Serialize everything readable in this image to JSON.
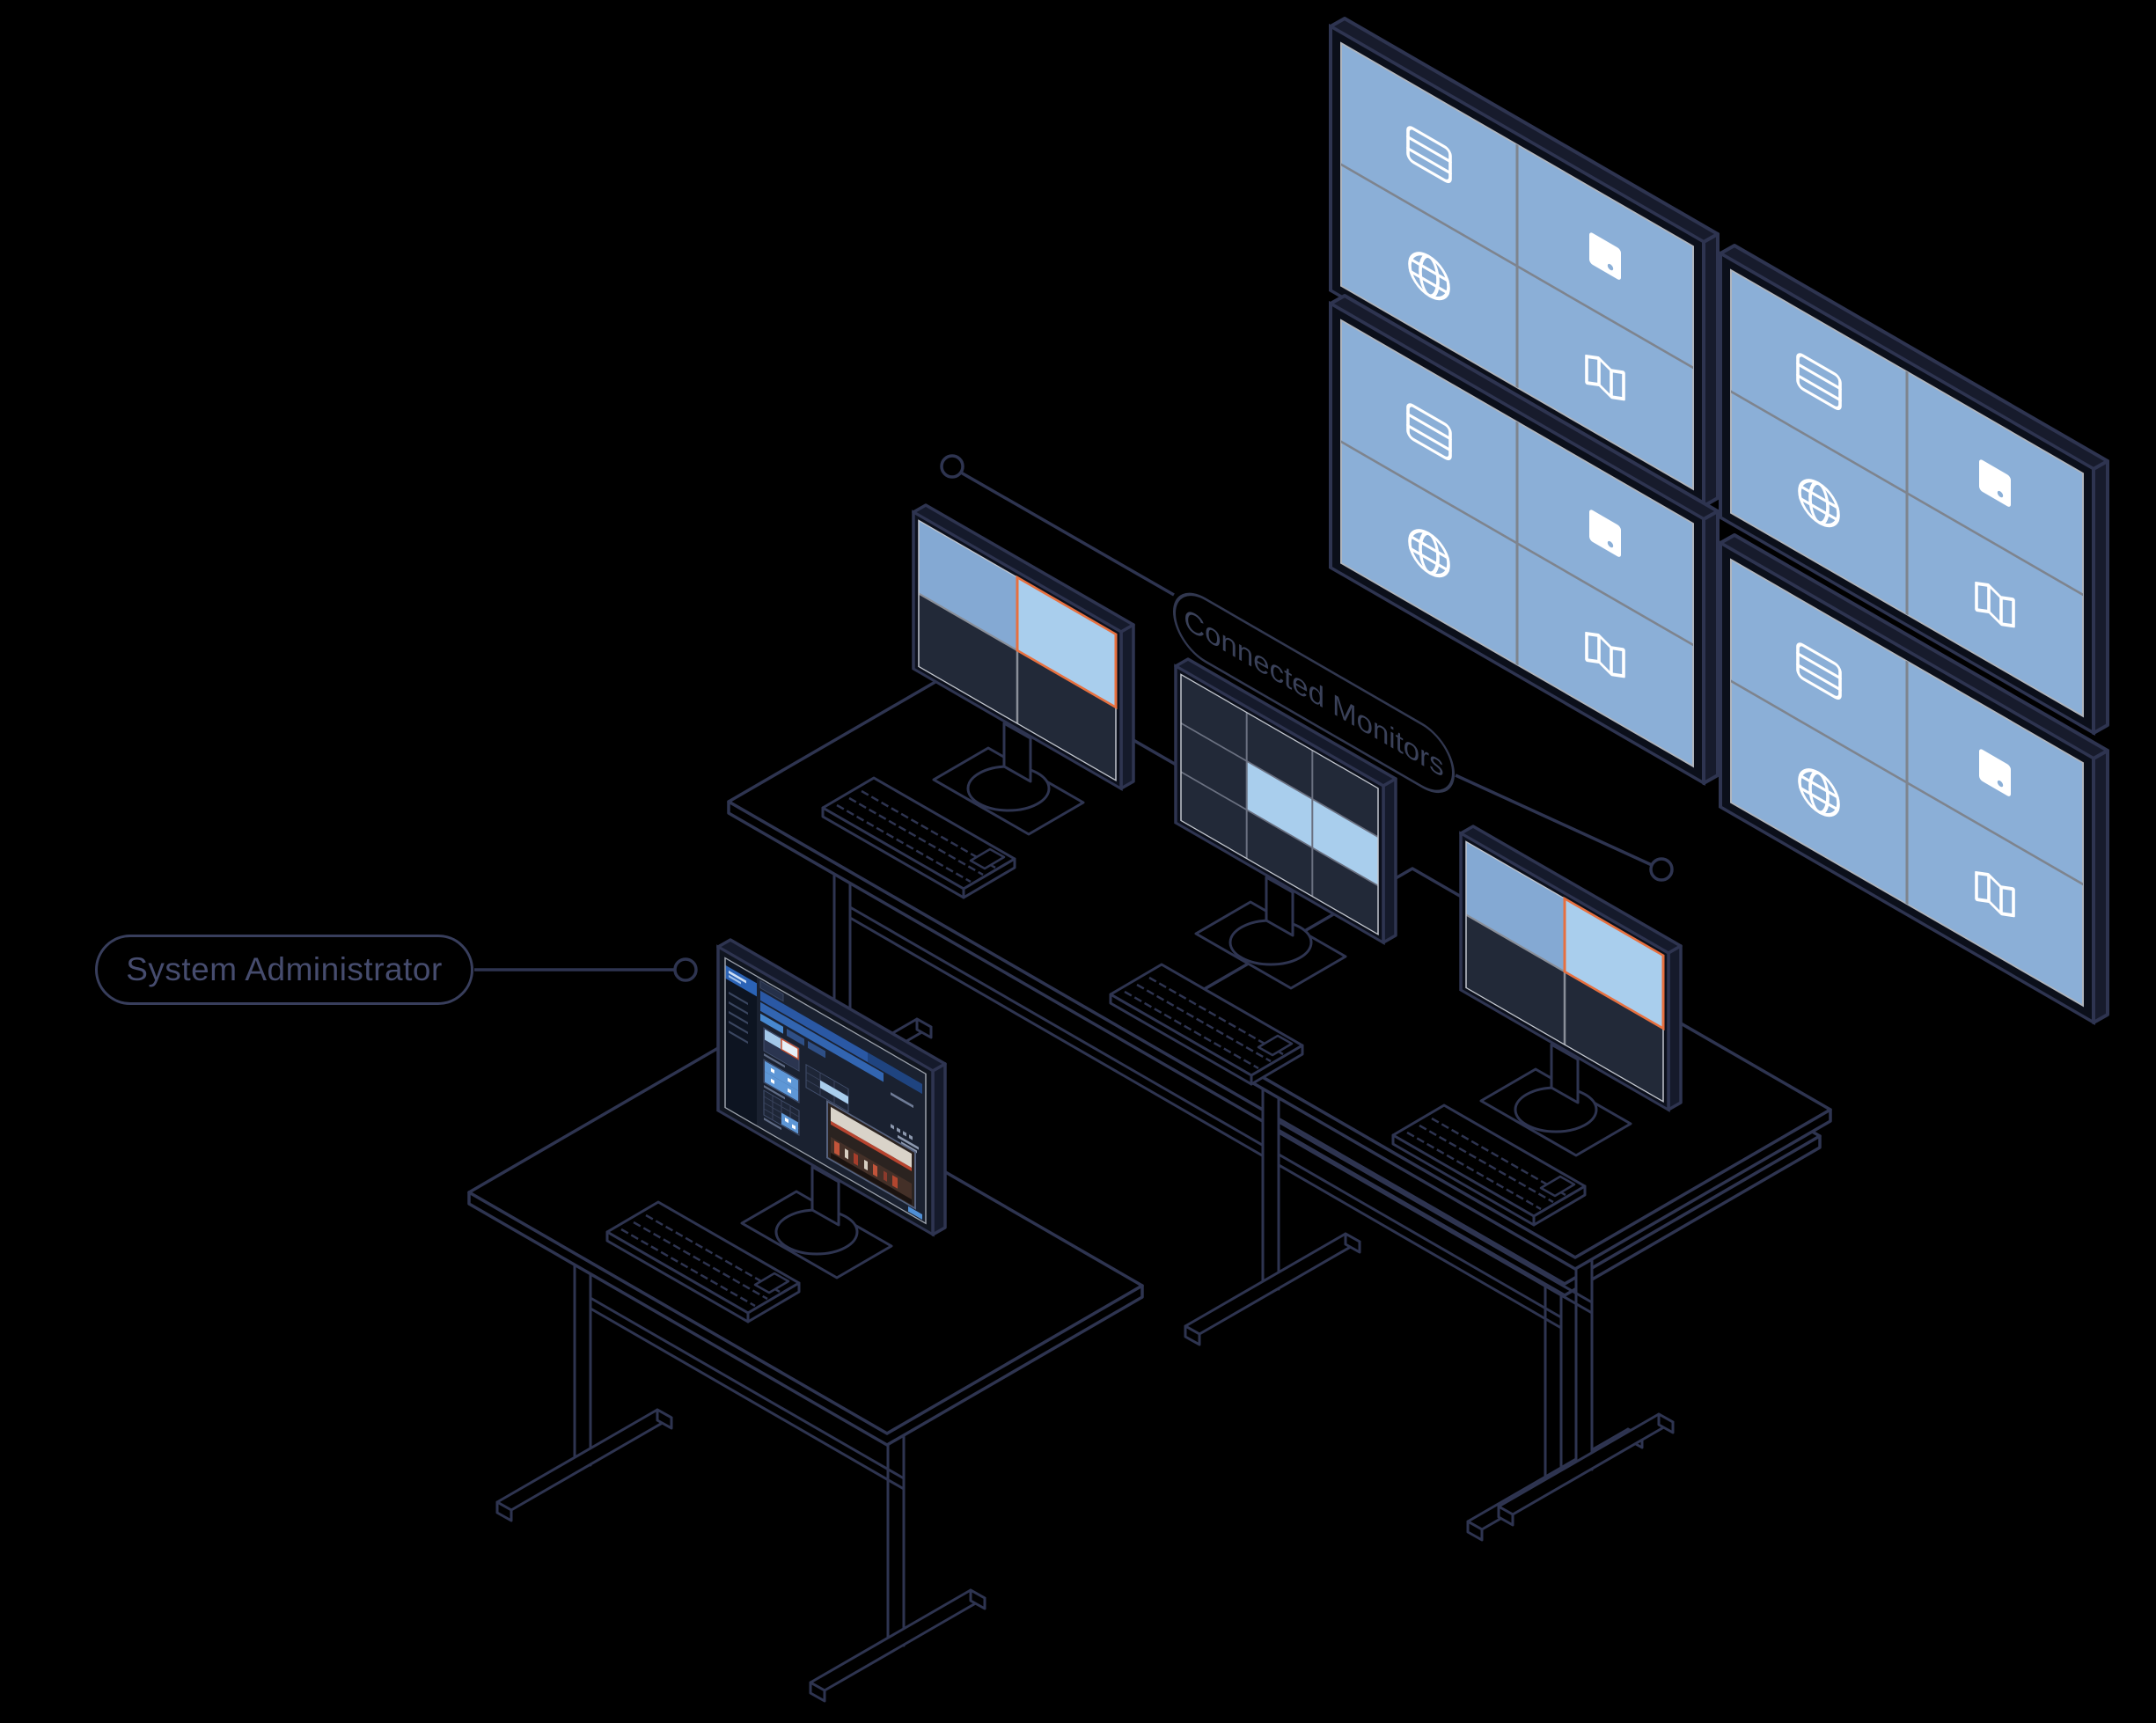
{
  "labels": {
    "system_administrator": "System Administrator",
    "connected_monitors": "Connected Monitors"
  },
  "colors": {
    "background": "#000000",
    "outline": "#2E3450",
    "wall_screen_blue": "#8BAFD7",
    "highlight_light_blue": "#A9CEED",
    "desk_screen_blue": "#84A9D3",
    "dark_cell": "#222938",
    "selection_orange": "#E7703F",
    "icon_white": "#FFFFFF",
    "label_text": "#464C6E",
    "software_accent_blue": "#2C5BA7"
  },
  "video_wall": {
    "rows": 2,
    "cols": 2,
    "panels": [
      {
        "position": "top-left",
        "grid": "2x2",
        "cell_icons": [
          "window",
          "note",
          "globe",
          "map"
        ]
      },
      {
        "position": "top-right",
        "grid": "2x2",
        "cell_icons": [
          "window",
          "note",
          "globe",
          "map"
        ]
      },
      {
        "position": "bottom-left",
        "grid": "2x2",
        "cell_icons": [
          "window",
          "note",
          "globe",
          "map"
        ]
      },
      {
        "position": "bottom-right",
        "grid": "2x2",
        "cell_icons": [
          "window",
          "note",
          "globe",
          "map"
        ]
      }
    ]
  },
  "desk_monitors": [
    {
      "id": "monitor-1",
      "grid": "2x2",
      "cells": [
        "blue",
        "light-blue-selected",
        "dark",
        "dark"
      ]
    },
    {
      "id": "monitor-2",
      "grid": "3x3",
      "cells": [
        "dark",
        "dark",
        "dark",
        "dark",
        "light-blue",
        "light-blue",
        "dark",
        "dark",
        "dark"
      ]
    },
    {
      "id": "monitor-3",
      "grid": "2x2",
      "cells": [
        "blue",
        "light-blue-selected",
        "dark",
        "dark"
      ]
    }
  ],
  "workstation": {
    "monitor": "video-management-software",
    "ui_regions": [
      "sidebar",
      "toolbar-ribbon",
      "layout-thumbnails",
      "camera-preview"
    ]
  },
  "furniture": {
    "desks": 3,
    "keyboards": 4,
    "monitor_stands": 4
  }
}
